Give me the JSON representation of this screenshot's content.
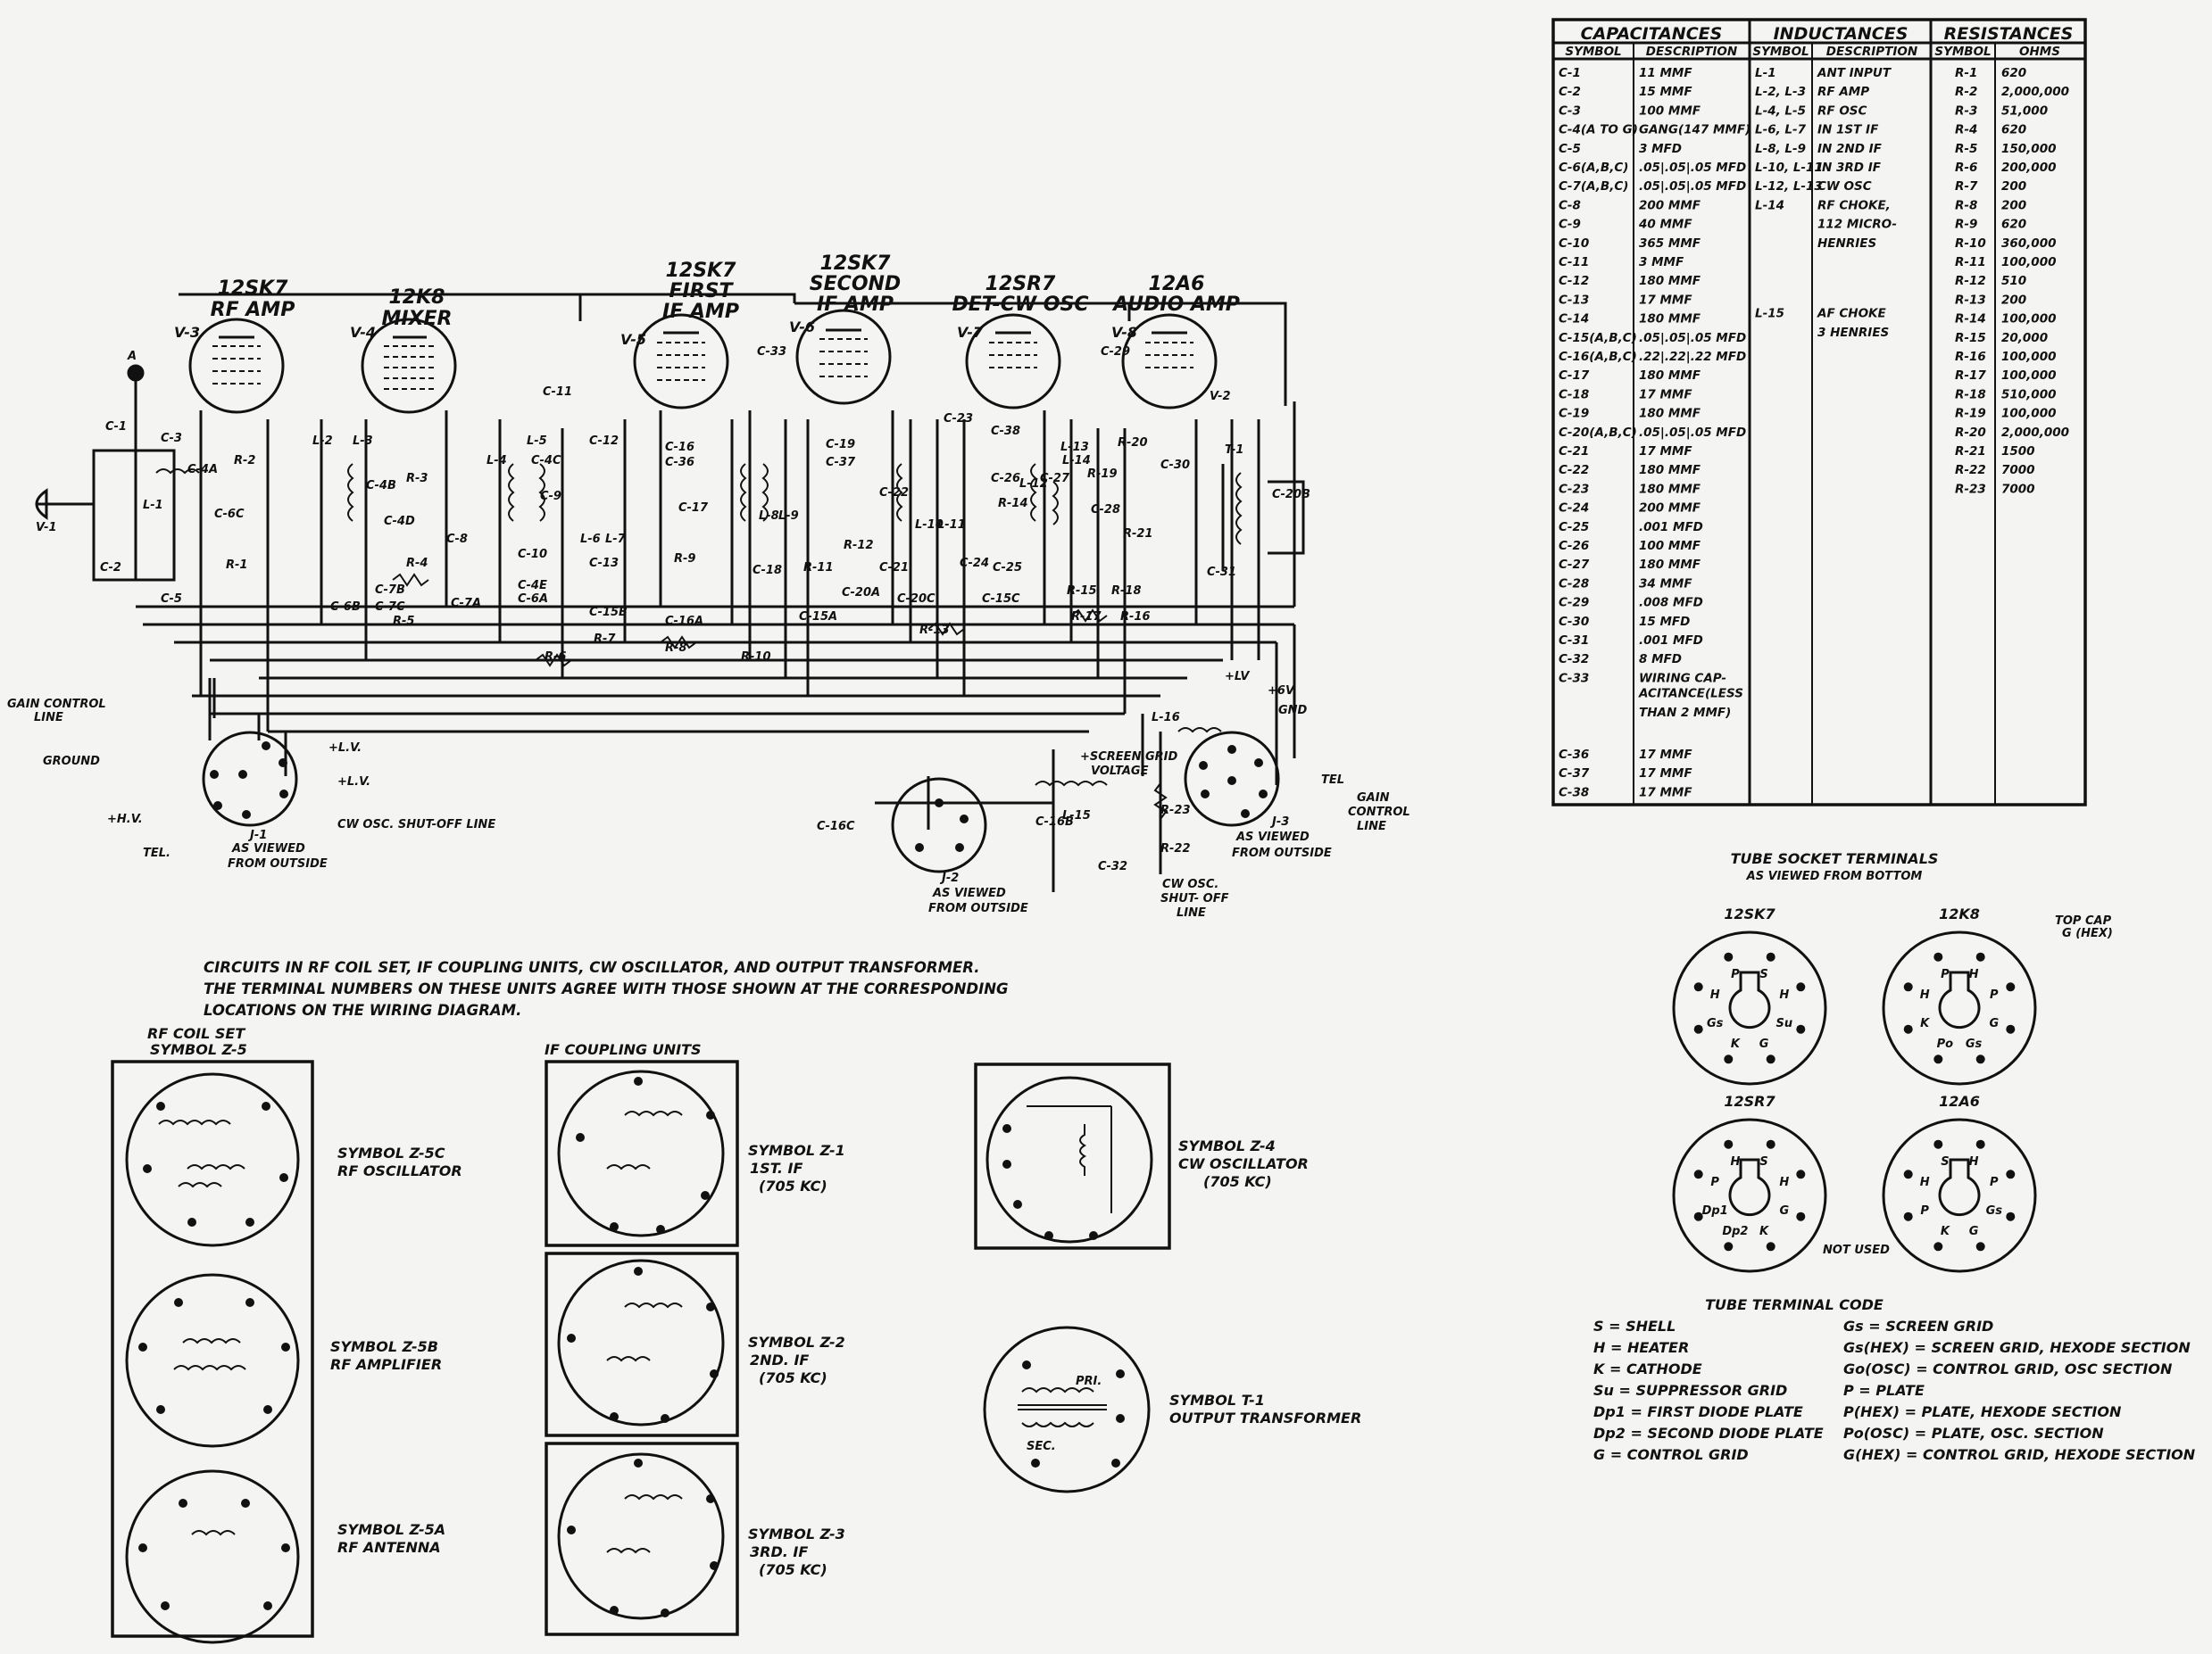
{
  "tubes": [
    {
      "type": "12SK7",
      "role": "RF AMP",
      "ref": "V-3"
    },
    {
      "type": "12K8",
      "role": "MIXER",
      "ref": "V-4"
    },
    {
      "type": "12SK7",
      "role": "FIRST",
      "role2": "IF AMP",
      "ref": "V-5"
    },
    {
      "type": "12SK7",
      "role": "SECOND",
      "role2": "IF AMP",
      "ref": "V-6"
    },
    {
      "type": "12SR7",
      "role": "DET-CW OSC",
      "ref": "V-7"
    },
    {
      "type": "12A6",
      "role": "AUDIO AMP",
      "ref": "V-8"
    }
  ],
  "schematic_labels": {
    "antenna": "A",
    "v1": "V-1",
    "v2": "V-2",
    "t1": "T-1",
    "gain_control_line": "GAIN CONTROL",
    "gain_control_line2": "LINE",
    "ground": "GROUND",
    "hv": "+H.V.",
    "tel": "TEL.",
    "lv1": "+L.V.",
    "lv2": "+L.V.",
    "cw_shutoff": "CW OSC. SHUT-OFF LINE",
    "j1": "J-1",
    "as_viewed": "AS VIEWED",
    "from_outside": "FROM OUTSIDE",
    "j2": "J-2",
    "j3": "J-3",
    "screen_grid": "+SCREEN GRID",
    "screen_grid2": "VOLTAGE",
    "gnd": "GND",
    "plus_lv": "+LV",
    "plus_6v": "+6V",
    "ltel": "TEL",
    "gain_ctl_r": "GAIN",
    "gain_ctl_r2": "CONTROL",
    "gain_ctl_r3": "LINE",
    "cw_osc": "CW OSC.",
    "cw_osc2": "SHUT- OFF",
    "cw_osc3": "LINE",
    "components": [
      "C-1",
      "C-2",
      "C-3",
      "C-4A",
      "C-4B",
      "C-4C",
      "C-4D",
      "C-4E",
      "C-5",
      "C-6A",
      "C-6B",
      "C-6C",
      "C-7A",
      "C-7B",
      "C-7C",
      "C-8",
      "C-9",
      "C-10",
      "C-11",
      "C-12",
      "C-13",
      "C-15A",
      "C-15B",
      "C-15C",
      "C-16",
      "C-16A",
      "C-16B",
      "C-16C",
      "C-17",
      "C-18",
      "C-19",
      "C-20A",
      "C-20B",
      "C-20C",
      "C-21",
      "C-22",
      "C-23",
      "C-24",
      "C-25",
      "C-26",
      "C-27",
      "C-28",
      "C-29",
      "C-30",
      "C-31",
      "C-32",
      "C-33",
      "C-36",
      "C-37",
      "C-38",
      "L-1",
      "L-2",
      "L-3",
      "L-4",
      "L-5",
      "L-6",
      "L-7",
      "L-8",
      "L-9",
      "L-10",
      "L-11",
      "L-12",
      "L-13",
      "L-14",
      "L-15",
      "L-16",
      "R-1",
      "R-2",
      "R-3",
      "R-4",
      "R-5",
      "R-6",
      "R-7",
      "R-8",
      "R-9",
      "R-10",
      "R-11",
      "R-12",
      "R-13",
      "R-14",
      "R-15",
      "R-16",
      "R-17",
      "R-18",
      "R-19",
      "R-20",
      "R-21",
      "R-22",
      "R-23"
    ]
  },
  "table": {
    "capacitances": {
      "title": "CAPACITANCES",
      "h1": "SYMBOL",
      "h2": "DESCRIPTION",
      "rows": [
        [
          "C-1",
          "11 MMF"
        ],
        [
          "C-2",
          "15 MMF"
        ],
        [
          "C-3",
          "100 MMF"
        ],
        [
          "C-4(A TO G)",
          "GANG(147 MMF)"
        ],
        [
          "C-5",
          "3 MFD"
        ],
        [
          "C-6(A,B,C)",
          ".05|.05|.05 MFD"
        ],
        [
          "C-7(A,B,C)",
          ".05|.05|.05 MFD"
        ],
        [
          "C-8",
          "200 MMF"
        ],
        [
          "C-9",
          "40 MMF"
        ],
        [
          "C-10",
          "365 MMF"
        ],
        [
          "C-11",
          "3 MMF"
        ],
        [
          "C-12",
          "180 MMF"
        ],
        [
          "C-13",
          "17 MMF"
        ],
        [
          "C-14",
          "180 MMF"
        ],
        [
          "C-15(A,B,C)",
          ".05|.05|.05 MFD"
        ],
        [
          "C-16(A,B,C)",
          ".22|.22|.22 MFD"
        ],
        [
          "C-17",
          "180 MMF"
        ],
        [
          "C-18",
          "17 MMF"
        ],
        [
          "C-19",
          "180 MMF"
        ],
        [
          "C-20(A,B,C)",
          ".05|.05|.05 MFD"
        ],
        [
          "C-21",
          "17 MMF"
        ],
        [
          "C-22",
          "180 MMF"
        ],
        [
          "C-23",
          "180 MMF"
        ],
        [
          "C-24",
          "200 MMF"
        ],
        [
          "C-25",
          ".001 MFD"
        ],
        [
          "C-26",
          "100 MMF"
        ],
        [
          "C-27",
          "180 MMF"
        ],
        [
          "C-28",
          "34 MMF"
        ],
        [
          "C-29",
          ".008 MFD"
        ],
        [
          "C-30",
          "15 MFD"
        ],
        [
          "C-31",
          ".001 MFD"
        ],
        [
          "C-32",
          "8 MFD"
        ],
        [
          "C-33",
          "WIRING CAP-"
        ]
      ],
      "c33_cont": [
        "ACITANCE(LESS",
        "THAN 2 MMF)"
      ],
      "tail": [
        [
          "C-36",
          "17 MMF"
        ],
        [
          "C-37",
          "17 MMF"
        ],
        [
          "C-38",
          "17 MMF"
        ]
      ]
    },
    "inductances": {
      "title": "INDUCTANCES",
      "h1": "SYMBOL",
      "h2": "DESCRIPTION",
      "rows": [
        [
          "L-1",
          "ANT INPUT"
        ],
        [
          "L-2, L-3",
          "RF AMP"
        ],
        [
          "L-4, L-5",
          "RF OSC"
        ],
        [
          "L-6, L-7",
          "IN 1ST IF"
        ],
        [
          "L-8, L-9",
          "IN 2ND IF"
        ],
        [
          "L-10, L-11",
          "IN 3RD IF"
        ],
        [
          "L-12, L-13",
          "CW OSC"
        ],
        [
          "L-14",
          "RF CHOKE,"
        ],
        [
          "",
          "112 MICRO-"
        ],
        [
          "",
          "HENRIES"
        ],
        [
          "L-15",
          "AF CHOKE"
        ],
        [
          "",
          "3 HENRIES"
        ]
      ]
    },
    "resistances": {
      "title": "RESISTANCES",
      "h1": "SYMBOL",
      "h2": "OHMS",
      "rows": [
        [
          "R-1",
          "620"
        ],
        [
          "R-2",
          "2,000,000"
        ],
        [
          "R-3",
          "51,000"
        ],
        [
          "R-4",
          "620"
        ],
        [
          "R-5",
          "150,000"
        ],
        [
          "R-6",
          "200,000"
        ],
        [
          "R-7",
          "200"
        ],
        [
          "R-8",
          "200"
        ],
        [
          "R-9",
          "620"
        ],
        [
          "R-10",
          "360,000"
        ],
        [
          "R-11",
          "100,000"
        ],
        [
          "R-12",
          "510"
        ],
        [
          "R-13",
          "200"
        ],
        [
          "R-14",
          "100,000"
        ],
        [
          "R-15",
          "20,000"
        ],
        [
          "R-16",
          "100,000"
        ],
        [
          "R-17",
          "100,000"
        ],
        [
          "R-18",
          "510,000"
        ],
        [
          "R-19",
          "100,000"
        ],
        [
          "R-20",
          "2,000,000"
        ],
        [
          "R-21",
          "1500"
        ],
        [
          "R-22",
          "7000"
        ],
        [
          "R-23",
          "7000"
        ]
      ]
    }
  },
  "sockets": {
    "title": "TUBE SOCKET TERMINALS",
    "subtitle": "AS VIEWED FROM BOTTOM",
    "items": [
      {
        "name": "12SK7",
        "pins": [
          "S",
          "H",
          "Su",
          "G",
          "K",
          "Gs",
          "H",
          "P"
        ]
      },
      {
        "name": "12K8",
        "pins": [
          "H",
          "P",
          "G",
          "Gs",
          "Po",
          "K",
          "H",
          "P"
        ],
        "topcap": "TOP CAP",
        "topcap2": "G (HEX)"
      },
      {
        "name": "12SR7",
        "pins": [
          "S",
          "H",
          "G",
          "K",
          "Dp2",
          "Dp1",
          "P",
          "H"
        ]
      },
      {
        "name": "12A6",
        "pins": [
          "H",
          "P",
          "Gs",
          "G",
          "K",
          "P",
          "H",
          "S"
        ],
        "note": "NOT USED"
      }
    ]
  },
  "code": {
    "title": "TUBE TERMINAL CODE",
    "left": [
      "S = SHELL",
      "H = HEATER",
      "K = CATHODE",
      "Su = SUPPRESSOR GRID",
      "Dp1 = FIRST DIODE PLATE",
      "Dp2 = SECOND DIODE PLATE",
      "G = CONTROL GRID"
    ],
    "right": [
      "Gs = SCREEN GRID",
      "Gs(HEX) = SCREEN GRID, HEXODE SECTION",
      "Go(OSC) = CONTROL GRID, OSC SECTION",
      "P = PLATE",
      "P(HEX) = PLATE, HEXODE SECTION",
      "Po(OSC) = PLATE, OSC. SECTION",
      "G(HEX) = CONTROL GRID, HEXODE SECTION"
    ]
  },
  "note": {
    "l1": "CIRCUITS IN RF COIL SET, IF COUPLING UNITS, CW OSCILLATOR, AND OUTPUT TRANSFORMER.",
    "l2": "THE TERMINAL NUMBERS ON THESE UNITS AGREE WITH THOSE SHOWN AT THE CORRESPONDING",
    "l3": "LOCATIONS ON THE WIRING DIAGRAM."
  },
  "units": {
    "rf_title": "RF COIL SET",
    "rf_title2": "SYMBOL Z-5",
    "if_title": "IF COUPLING UNITS",
    "z5c": "SYMBOL Z-5C",
    "z5c2": "RF OSCILLATOR",
    "z5b": "SYMBOL Z-5B",
    "z5b2": "RF AMPLIFIER",
    "z5a": "SYMBOL Z-5A",
    "z5a2": "RF ANTENNA",
    "z1": "SYMBOL Z-1",
    "z1b": "1ST. IF",
    "z1c": "(705 KC)",
    "z2": "SYMBOL Z-2",
    "z2b": "2ND. IF",
    "z2c": "(705 KC)",
    "z3": "SYMBOL Z-3",
    "z3b": "3RD. IF",
    "z3c": "(705 KC)",
    "z4": "SYMBOL Z-4",
    "z4b": "CW OSCILLATOR",
    "z4c": "(705 KC)",
    "t1": "SYMBOL T-1",
    "t1b": "OUTPUT TRANSFORMER",
    "pri": "PRI.",
    "sec": "SEC."
  }
}
